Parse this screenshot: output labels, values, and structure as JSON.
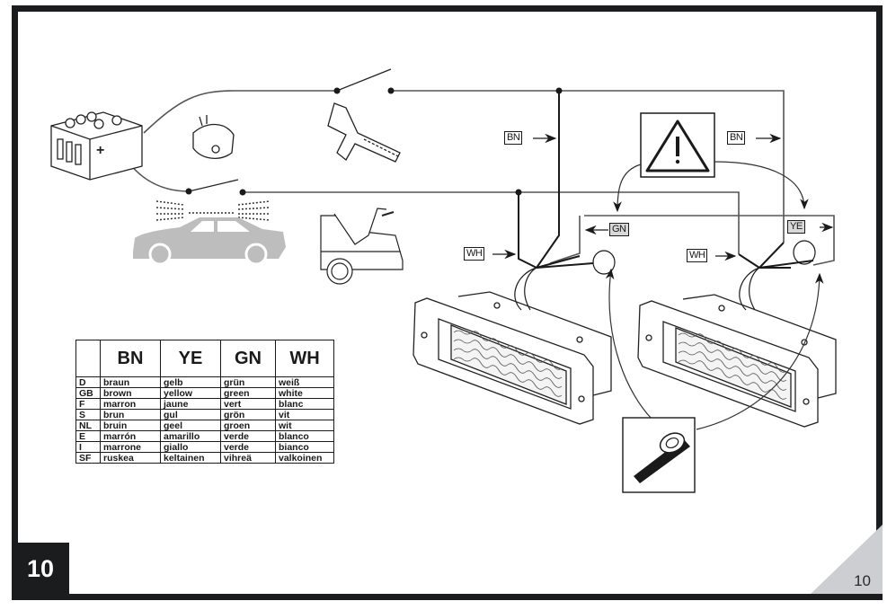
{
  "figure": {
    "step_badge": "10",
    "page_number": "10"
  },
  "wire_labels": {
    "bn_left": "BN",
    "bn_right": "BN",
    "wh_left": "WH",
    "wh_right": "WH",
    "gn": "GN",
    "ye": "YE"
  },
  "components": [
    {
      "name": "battery",
      "icon": "battery-icon"
    },
    {
      "name": "fuse / relay",
      "icon": "relay-icon"
    },
    {
      "name": "ignition switch / key",
      "icon": "ignition-icon"
    },
    {
      "name": "car with alarm sensors",
      "icon": "car-alarm-icon"
    },
    {
      "name": "trunk lid open",
      "icon": "trunk-icon"
    },
    {
      "name": "warning symbol",
      "icon": "warning-triangle-icon"
    },
    {
      "name": "connector left",
      "icon": "connector-icon"
    },
    {
      "name": "connector right",
      "icon": "connector-icon"
    },
    {
      "name": "insulating tape",
      "icon": "tape-icon"
    }
  ],
  "color_table": {
    "headers": [
      "",
      "BN",
      "YE",
      "GN",
      "WH"
    ],
    "rows": [
      [
        "D",
        "braun",
        "gelb",
        "grün",
        "weiß"
      ],
      [
        "GB",
        "brown",
        "yellow",
        "green",
        "white"
      ],
      [
        "F",
        "marron",
        "jaune",
        "vert",
        "blanc"
      ],
      [
        "S",
        "brun",
        "gul",
        "grön",
        "vit"
      ],
      [
        "NL",
        "bruin",
        "geel",
        "groen",
        "wit"
      ],
      [
        "E",
        "marrón",
        "amarillo",
        "verde",
        "blanco"
      ],
      [
        "I",
        "marrone",
        "giallo",
        "verde",
        "bianco"
      ],
      [
        "SF",
        "ruskea",
        "keltainen",
        "vihreä",
        "valkoinen"
      ]
    ]
  },
  "colors": {
    "frame": "#1b1c1e",
    "corner": "#cdced2",
    "car": "#bdbdbd",
    "label_grey": "#d8d8d8"
  }
}
